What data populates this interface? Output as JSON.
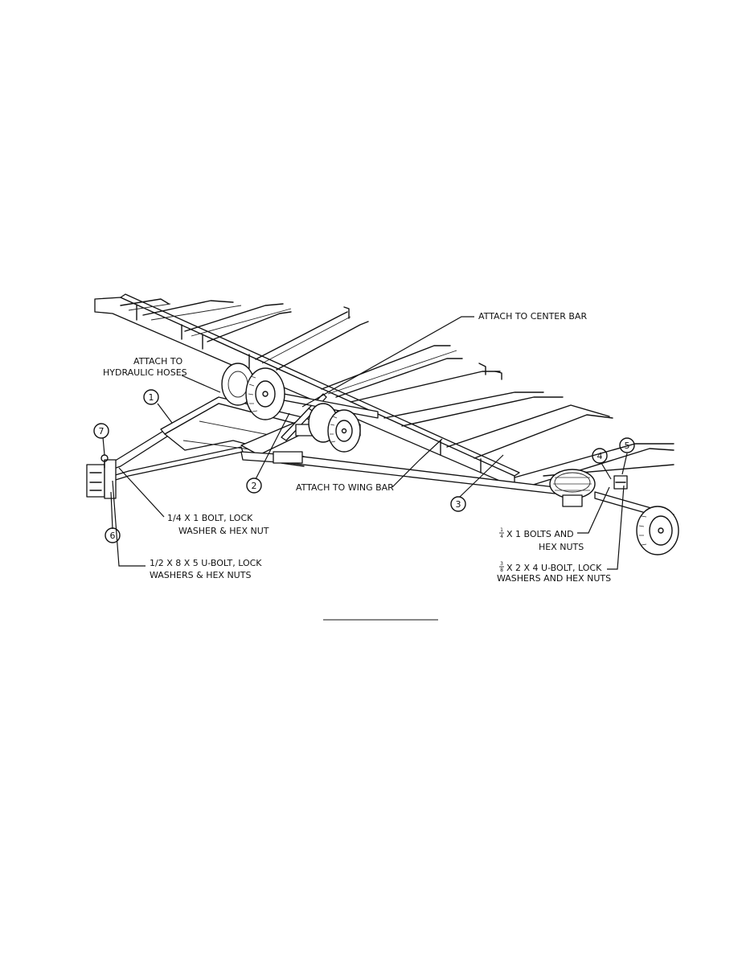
{
  "callouts": {
    "attach_center_bar": "ATTACH TO CENTER BAR",
    "attach_hydraulic_1": "ATTACH TO",
    "attach_hydraulic_2": "HYDRAULIC HOSES",
    "attach_wing_bar": "ATTACH TO WING BAR",
    "bolt_quarter_1": "1/4 X 1 BOLT, LOCK",
    "bolt_quarter_2": "WASHER &  HEX NUT",
    "ubolt_half_1": "1/2 X 8 X 5 U-BOLT, LOCK",
    "ubolt_half_2": "WASHERS & HEX NUTS",
    "bolts_frac_num": "1",
    "bolts_frac_den": "4",
    "bolts_1": "X 1 BOLTS AND",
    "bolts_2": "HEX NUTS",
    "ubolt_frac_num": "3",
    "ubolt_frac_den": "8",
    "ubolt_38_1": "X 2 X 4 U-BOLT, LOCK",
    "ubolt_38_2": "WASHERS AND HEX NUTS"
  },
  "item_numbers": [
    "1",
    "2",
    "3",
    "4",
    "5",
    "6",
    "7"
  ]
}
